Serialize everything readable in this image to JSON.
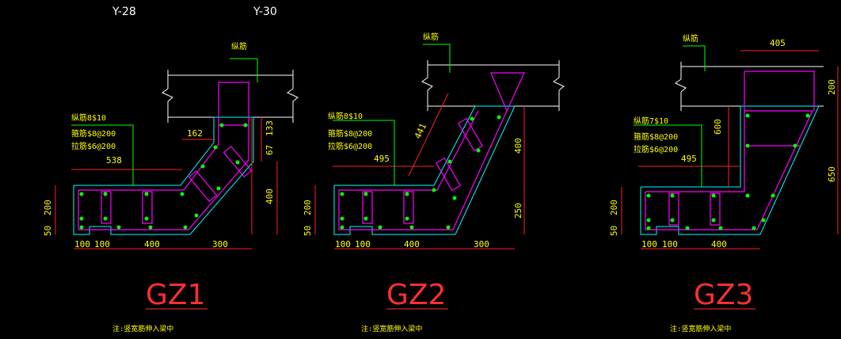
{
  "axes": {
    "left": "Y-28",
    "right": "Y-30"
  },
  "colors": {
    "bg": "#000000",
    "outline": "#00ffff",
    "rebar": "#ff00ff",
    "dots": "#00ff00",
    "dim": "#ff2020",
    "text": "#ffff00",
    "title": "#ff3030",
    "leader": "#00ff00",
    "wall": "#ffffff"
  },
  "gz1": {
    "title": "GZ1",
    "bar_label": "纵筋",
    "main_bars": "纵筋8$10",
    "stirrup1": "箍筋$8@200",
    "stirrup2": "拉筋$6@200",
    "note": "注:竖宽筋伸入梁中",
    "dims": {
      "d538": "538",
      "d162": "162",
      "d133": "133",
      "d67": "67",
      "d400": "400",
      "d200": "200",
      "d50": "50",
      "b100a": "100",
      "b100b": "100",
      "b400": "400",
      "b300": "300"
    }
  },
  "gz2": {
    "title": "GZ2",
    "bar_label": "纵筋",
    "main_bars": "纵筋8$10",
    "stirrup1": "箍筋$8@200",
    "stirrup2": "拉筋$6@200",
    "note": "注:竖宽筋伸入梁中",
    "dims": {
      "d495": "495",
      "d441": "441",
      "d400": "400",
      "d250": "250",
      "d200": "200",
      "d50": "50",
      "b100a": "100",
      "b100b": "100",
      "b400": "400",
      "b300": "300"
    }
  },
  "gz3": {
    "title": "GZ3",
    "bar_label": "纵筋",
    "main_bars": "纵筋7$10",
    "stirrup1": "箍筋$8@200",
    "stirrup2": "拉筋$6@200",
    "note": "注:竖宽筋伸入梁中",
    "dims": {
      "d405": "405",
      "d600": "600",
      "d495": "495",
      "d200r": "200",
      "d650": "650",
      "d200": "200",
      "d50": "50",
      "b100a": "100",
      "b100b": "100",
      "b400": "400"
    }
  }
}
